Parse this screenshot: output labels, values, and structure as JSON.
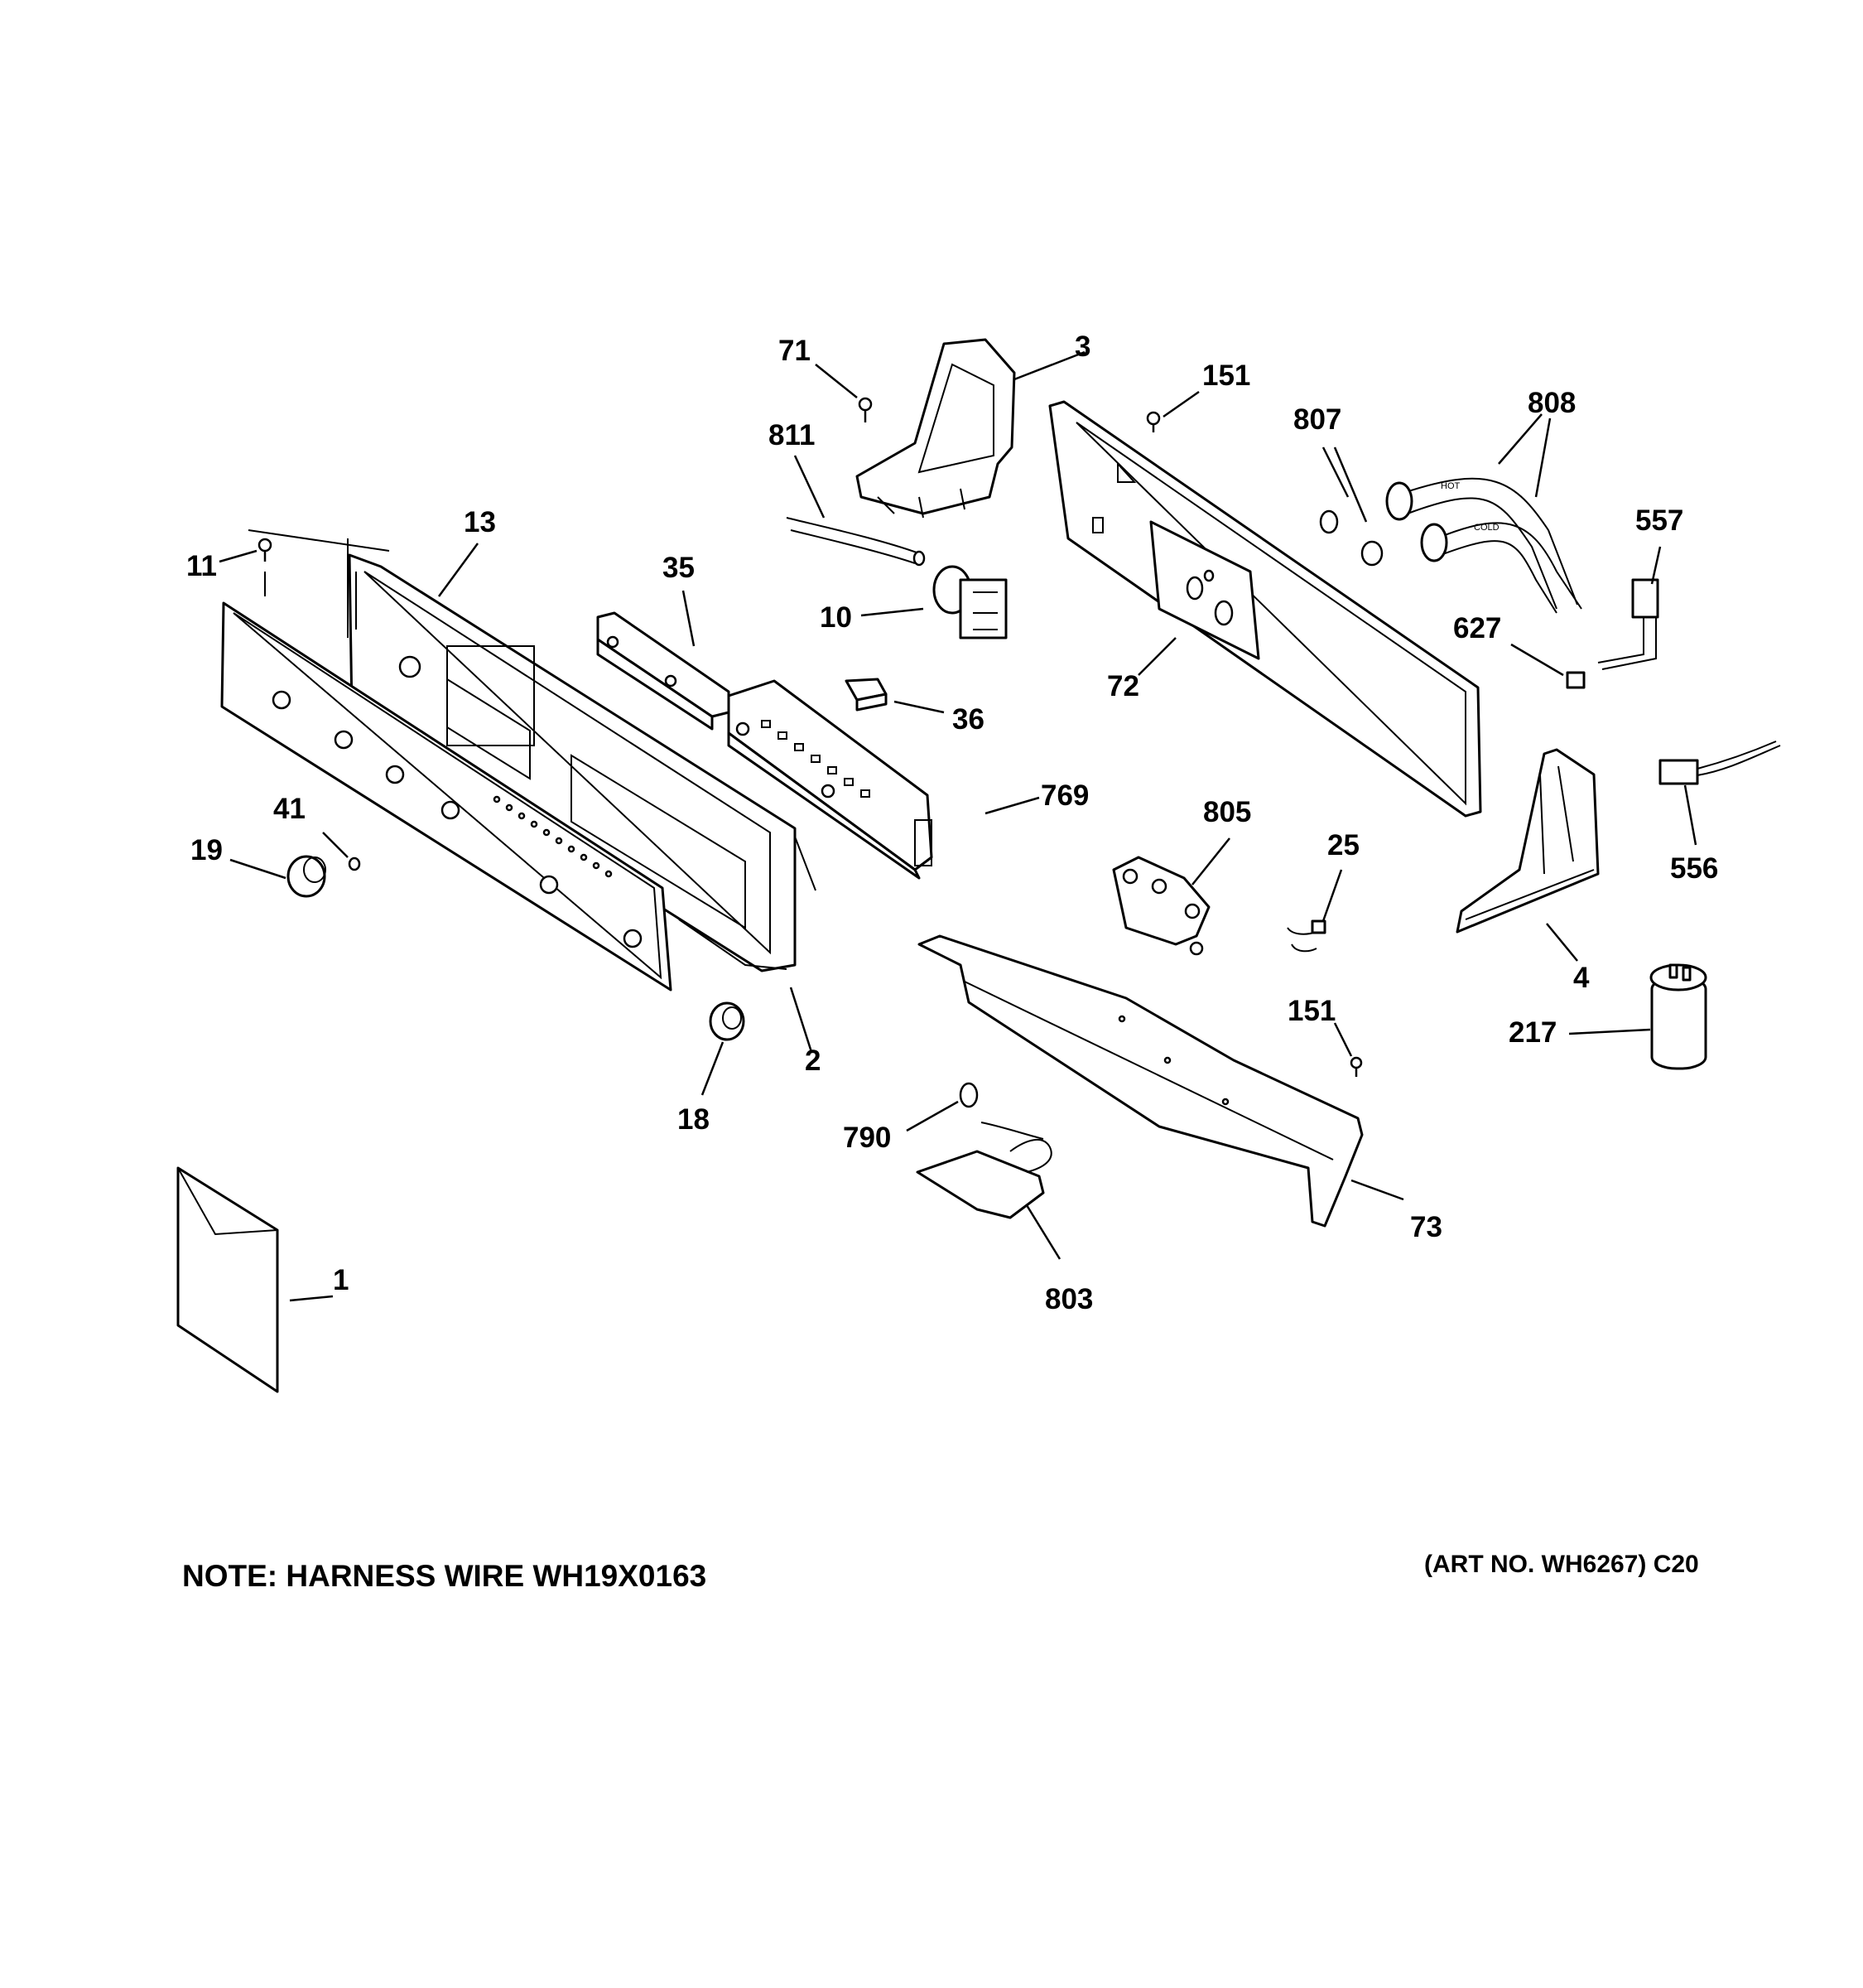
{
  "diagram": {
    "callouts": [
      "71",
      "3",
      "151",
      "807",
      "808",
      "811",
      "13",
      "11",
      "35",
      "10",
      "36",
      "557",
      "627",
      "72",
      "769",
      "805",
      "25",
      "556",
      "41",
      "19",
      "4",
      "151",
      "217",
      "2",
      "18",
      "790",
      "73",
      "803",
      "1"
    ],
    "note": "NOTE: HARNESS WIRE WH19X0163",
    "art_number": "(ART NO. WH6267) C20",
    "hose_labels": {
      "hot": "HOT",
      "cold": "COLD"
    }
  }
}
